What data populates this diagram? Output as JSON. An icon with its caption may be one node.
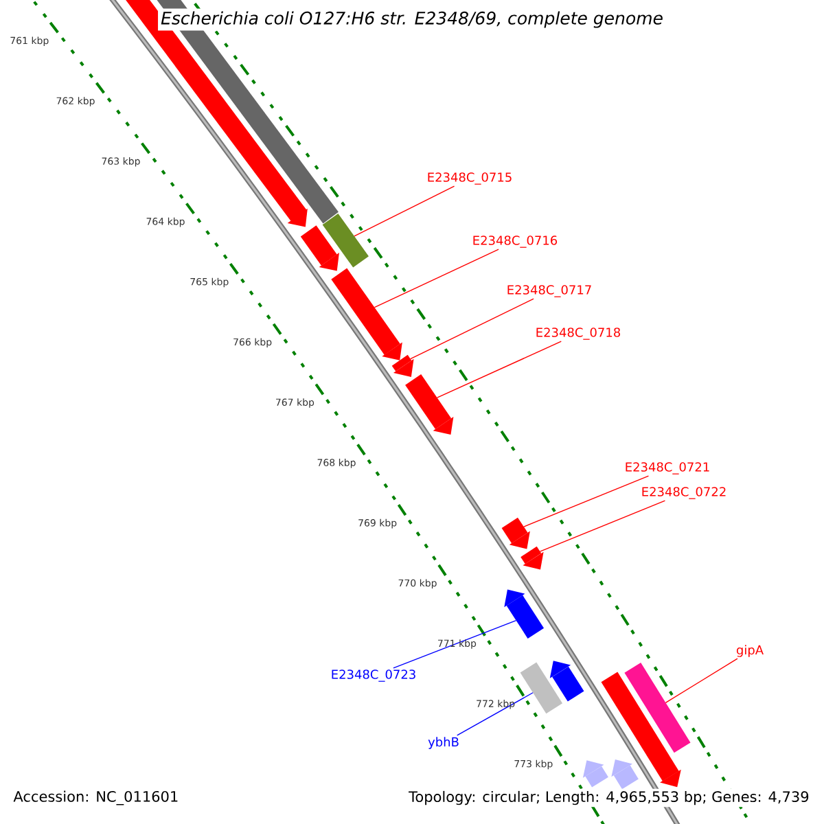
{
  "diagram": {
    "title": "Escherichia coli O127:H6 str. E2348/69, complete genome",
    "nodes": [
      {
        "text": [
          "E2348C_0715"
        ]
      },
      {
        "text": [
          "E2348C_0716"
        ]
      },
      {
        "text": [
          "E2348C_0717"
        ]
      },
      {
        "text": [
          "E2348C_0718"
        ]
      },
      {
        "text": [
          "E2348C_0721"
        ]
      },
      {
        "text": [
          "E2348C_0722"
        ]
      },
      {
        "text": [
          "E2348C_0723"
        ]
      },
      {
        "text": [
          "ybhB"
        ]
      },
      {
        "text": [
          "gipA"
        ]
      },
      {
        "text": [],
        "shape": "arrow"
      },
      {
        "text": [],
        "shape": "box"
      },
      {
        "text": [],
        "shape": "box"
      },
      {
        "text": [],
        "shape": "arrow"
      },
      {
        "text": [],
        "shape": "arrow"
      },
      {
        "text": [],
        "shape": "arrow"
      },
      {
        "text": [],
        "shape": "arrow"
      },
      {
        "text": [],
        "shape": "arrow"
      },
      {
        "text": [],
        "shape": "arrow"
      },
      {
        "text": [],
        "shape": "arrow"
      },
      {
        "text": [],
        "shape": "arrow"
      },
      {
        "text": [],
        "shape": "box"
      },
      {
        "text": [],
        "shape": "box"
      },
      {
        "text": [],
        "shape": "arrow"
      },
      {
        "text": [],
        "shape": "arrow"
      },
      {
        "text": [],
        "shape": "arrow"
      }
    ],
    "edges": [
      {
        "from": 0,
        "to": 11,
        "arrow": "none"
      },
      {
        "from": 1,
        "to": 13,
        "arrow": "none"
      },
      {
        "from": 2,
        "to": 14,
        "arrow": "none"
      },
      {
        "from": 3,
        "to": 15,
        "arrow": "none"
      },
      {
        "from": 4,
        "to": 16,
        "arrow": "none"
      },
      {
        "from": 5,
        "to": 17,
        "arrow": "none"
      },
      {
        "from": 6,
        "to": 18,
        "arrow": "none",
        "color": "#0000ff"
      },
      {
        "from": 7,
        "to": 20,
        "arrow": "none",
        "color": "#0000ff"
      },
      {
        "from": 8,
        "to": 21,
        "arrow": "none"
      }
    ],
    "labels": [
      "761 kbp",
      "762 kbp",
      "763 kbp",
      "764 kbp",
      "765 kbp",
      "766 kbp",
      "767 kbp",
      "768 kbp",
      "769 kbp",
      "770 kbp",
      "771 kbp",
      "772 kbp",
      "773 kbp",
      "Accession: NC_011601",
      "Topology: circular; Length: 4,965,553 bp; Genes: 4,739"
    ]
  }
}
